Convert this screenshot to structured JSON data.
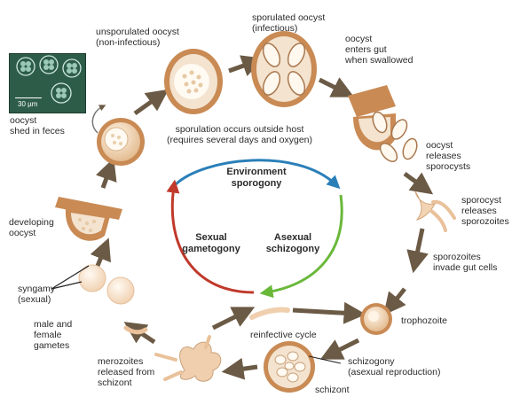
{
  "labels": {
    "unsporulated": "unsporulated oocyst\n(non-infectious)",
    "sporulated": "sporulated oocyst\n(infectious)",
    "enters_gut": "oocyst\nenters gut\nwhen swallowed",
    "shed": "oocyst\nshed in feces",
    "sporulation_note": "sporulation occurs outside host\n(requires several days and oxygen)",
    "releases_sporocysts": "oocyst\nreleases\nsporocysts",
    "sporocyst_releases": "sporocyst\nreleases\nsporozoites",
    "developing": "developing\noocyst",
    "sporozoites_invade": "sporozoites\ninvade gut cells",
    "syngamy": "syngamy\n(sexual)",
    "gametes": "male and\nfemale\ngametes",
    "trophozoite": "trophozoite",
    "reinfective": "reinfective cycle",
    "merozoites": "merozoites\nreleased from\nschizont",
    "schizogony": "schizogony\n(asexual reproduction)",
    "schizont": "schizont",
    "scale": "30 µm"
  },
  "center": {
    "environment": "Environment\nsporogony",
    "sexual": "Sexual\ngametogony",
    "asexual": "Asexual\nschizogony"
  },
  "colors": {
    "environment_arrow": "#2a7fb8",
    "asexual_arrow": "#6ab83a",
    "sexual_arrow": "#c0392b",
    "cycle_arrow": "#6b5a45",
    "oocyst_wall": "#c98a54",
    "oocyst_fill": "#f3e3cf",
    "microscopy_bg": "#2d5d49"
  }
}
